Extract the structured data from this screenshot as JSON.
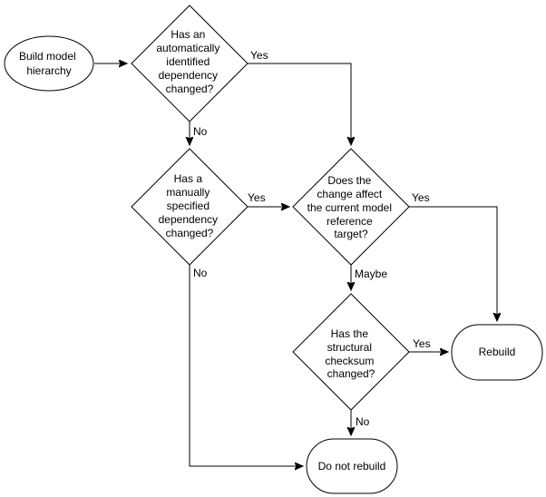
{
  "nodes": {
    "start": {
      "lines": [
        "Build model",
        "hierarchy"
      ]
    },
    "auto_dep": {
      "lines": [
        "Has an",
        "automatically",
        "identified",
        "dependency",
        "changed?"
      ]
    },
    "manual_dep": {
      "lines": [
        "Has a",
        "manually",
        "specified",
        "dependency",
        "changed?"
      ]
    },
    "affect_target": {
      "lines": [
        "Does the",
        "change affect",
        "the current model",
        "reference",
        "target?"
      ]
    },
    "checksum": {
      "lines": [
        "Has the",
        "structural",
        "checksum",
        "changed?"
      ]
    },
    "rebuild": {
      "lines": [
        "Rebuild"
      ]
    },
    "no_rebuild": {
      "lines": [
        "Do not rebuild"
      ]
    }
  },
  "edges": {
    "auto_yes": "Yes",
    "auto_no": "No",
    "manual_yes": "Yes",
    "manual_no": "No",
    "affect_yes": "Yes",
    "affect_maybe": "Maybe",
    "checksum_yes": "Yes",
    "checksum_no": "No"
  }
}
